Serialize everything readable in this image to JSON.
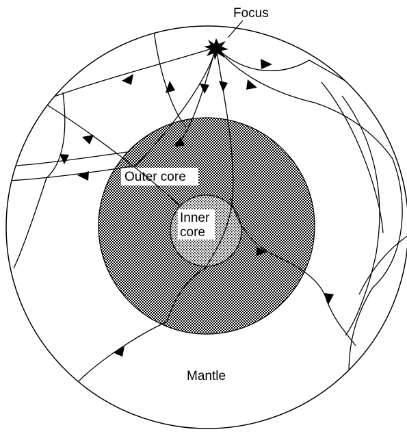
{
  "diagram": {
    "labels": {
      "focus": "Focus",
      "outer_core": "Outer core",
      "inner_core_line1": "Inner",
      "inner_core_line2": "core",
      "mantle": "Mantle"
    },
    "colors": {
      "ink": "#000000",
      "background": "#ffffff",
      "outer_core_pattern": "dense dot stipple",
      "inner_core_pattern": "sparse dot stipple"
    }
  }
}
